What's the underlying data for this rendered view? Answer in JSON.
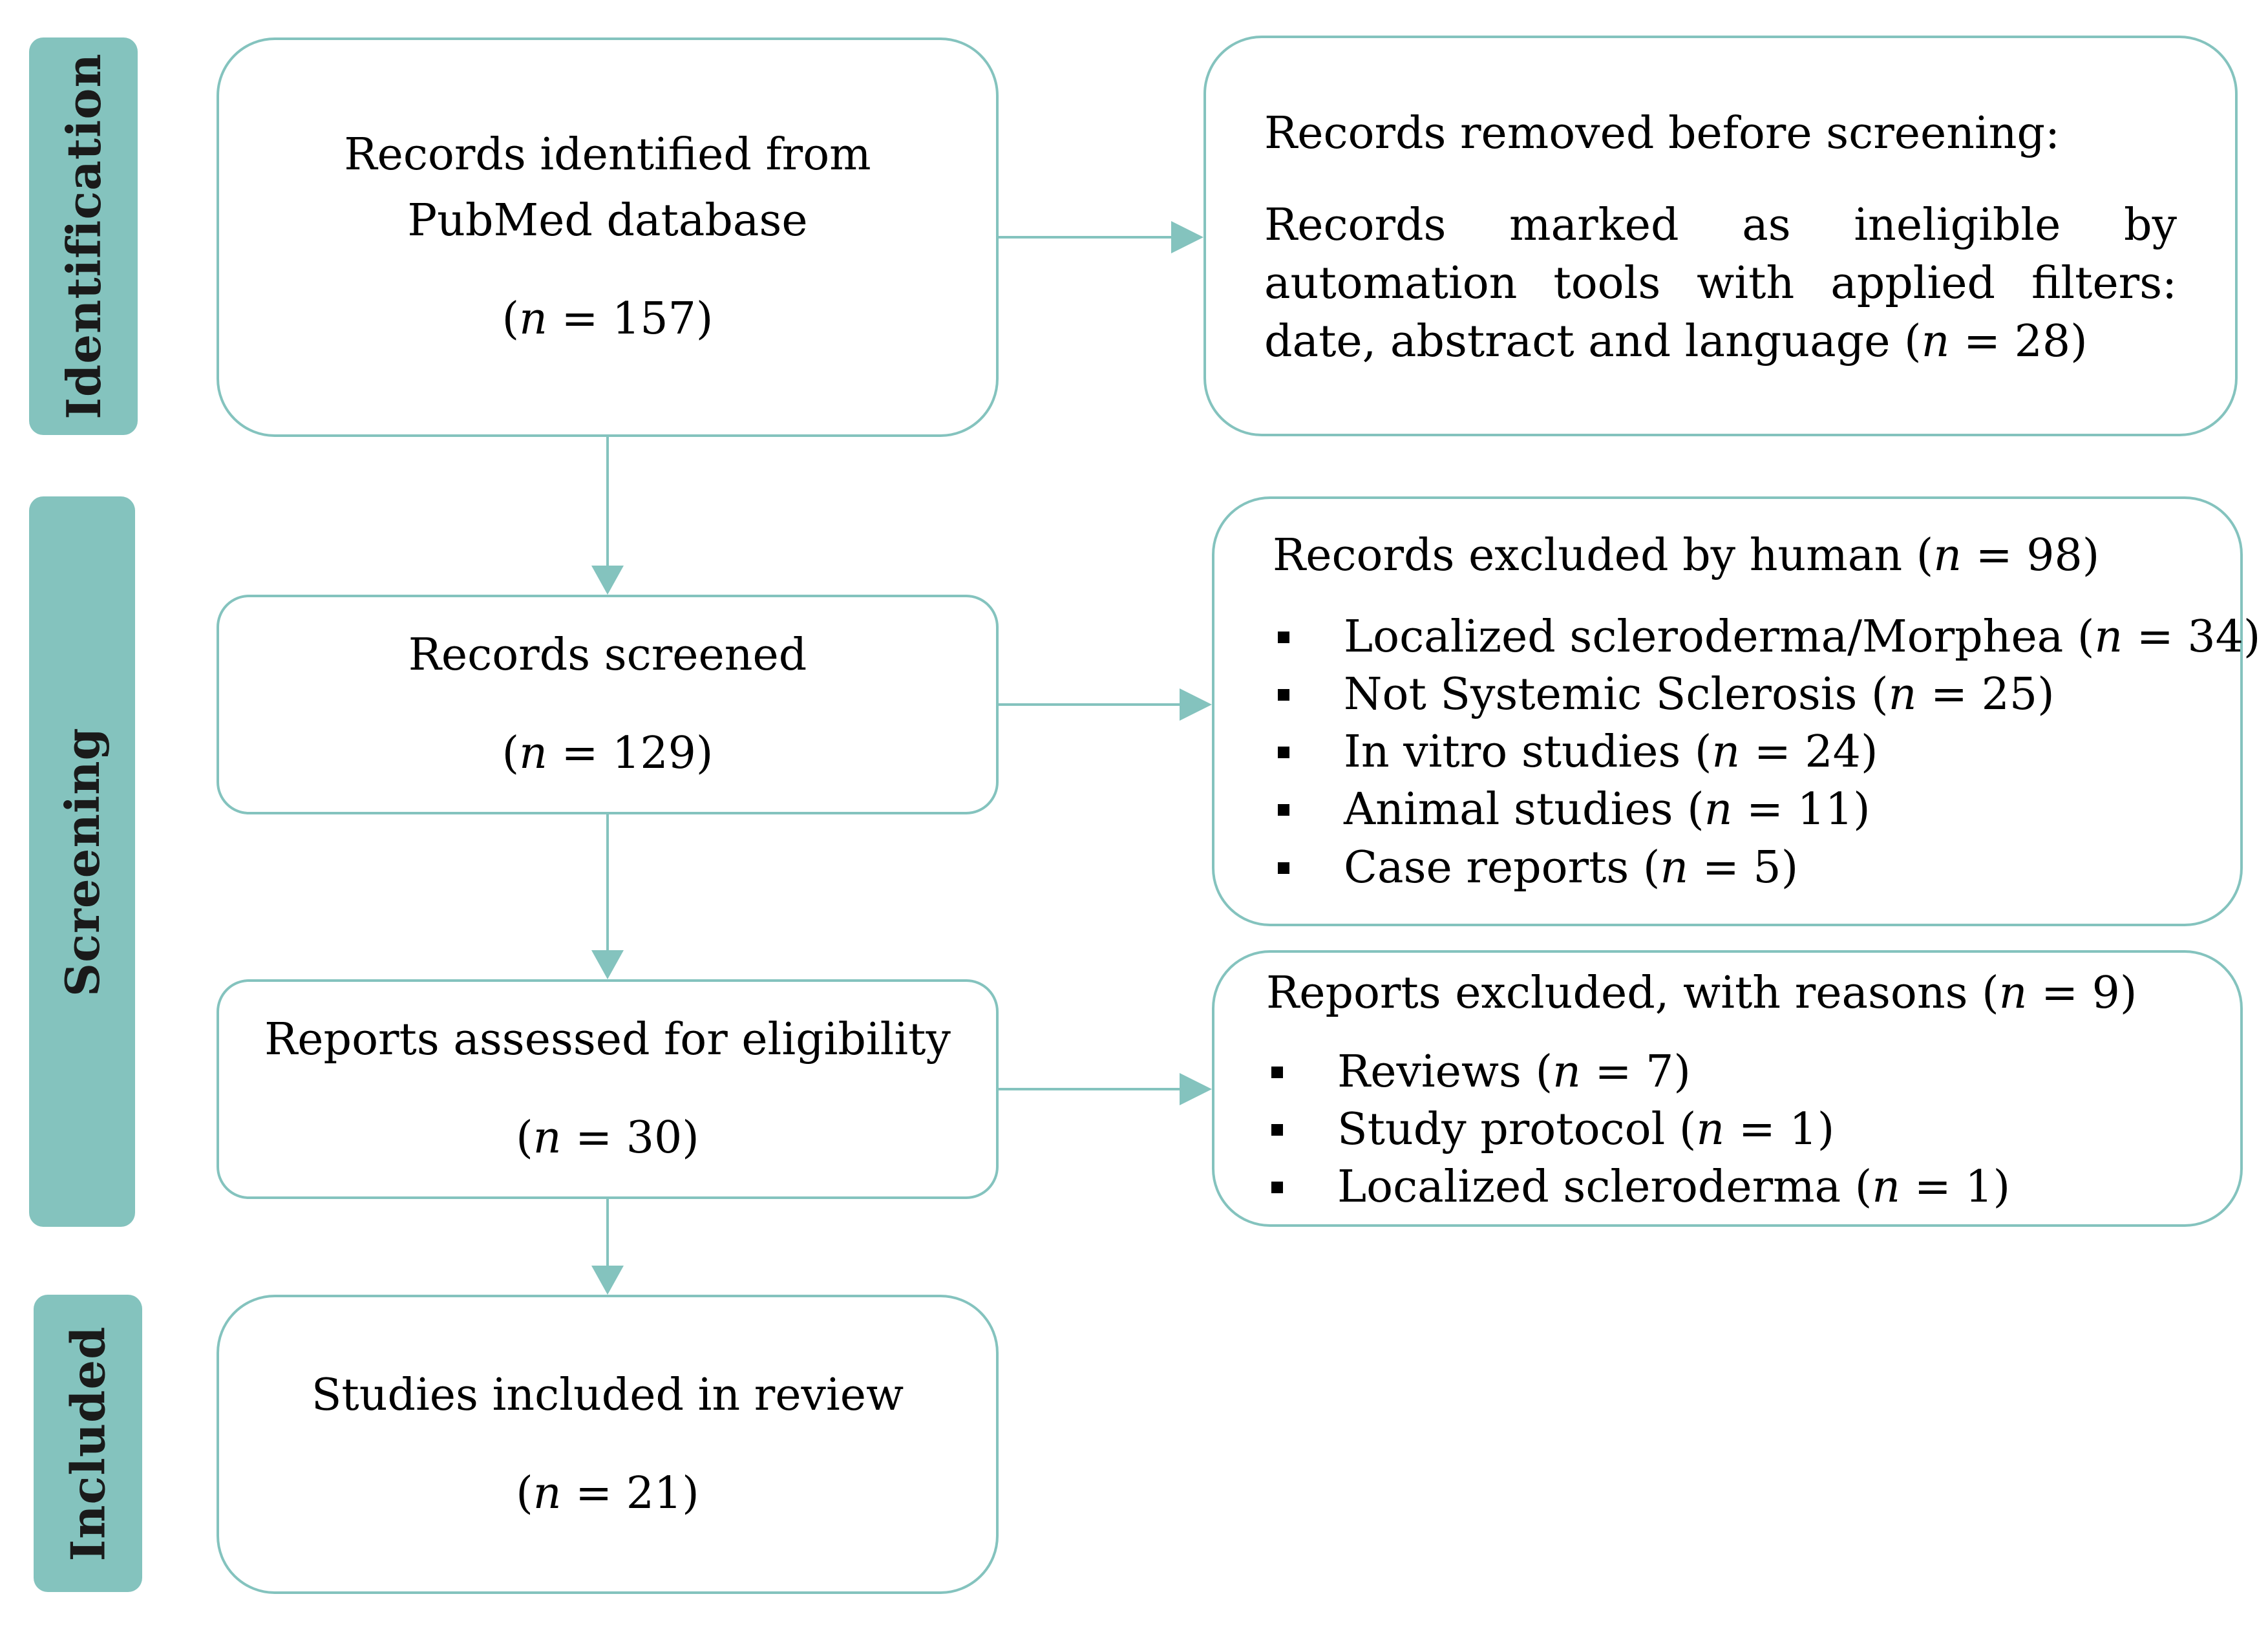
{
  "phases": {
    "identification": "Identification",
    "screening": "Screening",
    "included": "Included"
  },
  "identified": {
    "line1": "Records identified from",
    "line2": "PubMed database",
    "n": "(n = 157)"
  },
  "removed": {
    "heading": "Records removed before screening:",
    "body": "Records marked as ineligible by automation tools with applied filters: date, abstract and language (n = 28)"
  },
  "screened": {
    "label": "Records screened",
    "n": "(n = 129)"
  },
  "excluded_human": {
    "heading": "Records excluded by human (n = 98)",
    "items": [
      "Localized scleroderma/Morphea (n = 34)",
      "Not Systemic Sclerosis (n = 25)",
      "In vitro studies (n = 24)",
      "Animal studies (n = 11)",
      "Case reports (n = 5)"
    ]
  },
  "assessed": {
    "label": "Reports assessed for eligibility",
    "n": "(n = 30)"
  },
  "excluded_reasons": {
    "heading": "Reports excluded, with reasons (n = 9)",
    "items": [
      "Reviews (n = 7)",
      "Study protocol (n = 1)",
      "Localized scleroderma (n = 1)"
    ]
  },
  "included": {
    "label": "Studies included in review",
    "n": "(n = 21)"
  },
  "colors": {
    "accent": "#84c3be"
  }
}
